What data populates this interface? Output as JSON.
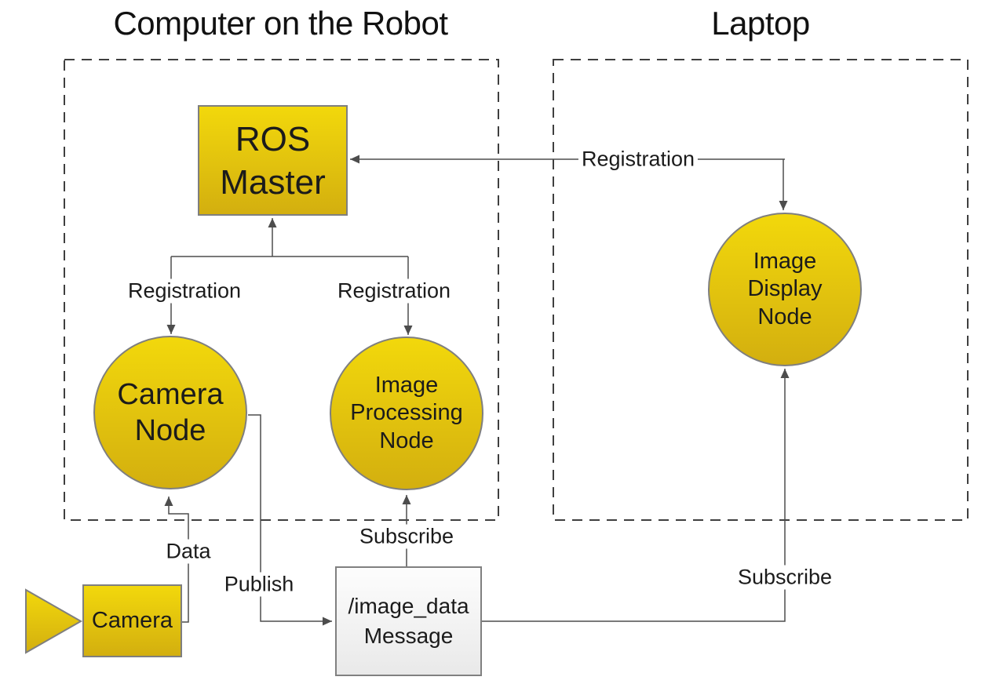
{
  "titles": {
    "robot": "Computer on the Robot",
    "laptop": "Laptop"
  },
  "nodes": {
    "ros_master": {
      "line1": "ROS",
      "line2": "Master"
    },
    "camera_node": {
      "line1": "Camera",
      "line2": "Node"
    },
    "image_processing_node": {
      "line1": "Image",
      "line2": "Processing",
      "line3": "Node"
    },
    "image_display_node": {
      "line1": "Image",
      "line2": "Display",
      "line3": "Node"
    },
    "image_data_message": {
      "line1": "/image_data",
      "line2": "Message"
    },
    "camera": {
      "label": "Camera"
    }
  },
  "edge_labels": {
    "registration_laptop": "Registration",
    "registration_camera_node": "Registration",
    "registration_image_processing": "Registration",
    "data": "Data",
    "publish": "Publish",
    "subscribe_image_processing": "Subscribe",
    "subscribe_image_display": "Subscribe"
  },
  "colors": {
    "node_fill_top": "#f2d80c",
    "node_fill_bottom": "#d3af0f",
    "node_border": "#7f7f7f",
    "msg_fill_top": "#fdfdfd",
    "msg_fill_bottom": "#e9e9e9",
    "msg_border": "#808080",
    "line": "#4d4d4d",
    "dashed_border": "#3f3f3f",
    "text": "#1b1b1b",
    "bg": "#ffffff"
  }
}
